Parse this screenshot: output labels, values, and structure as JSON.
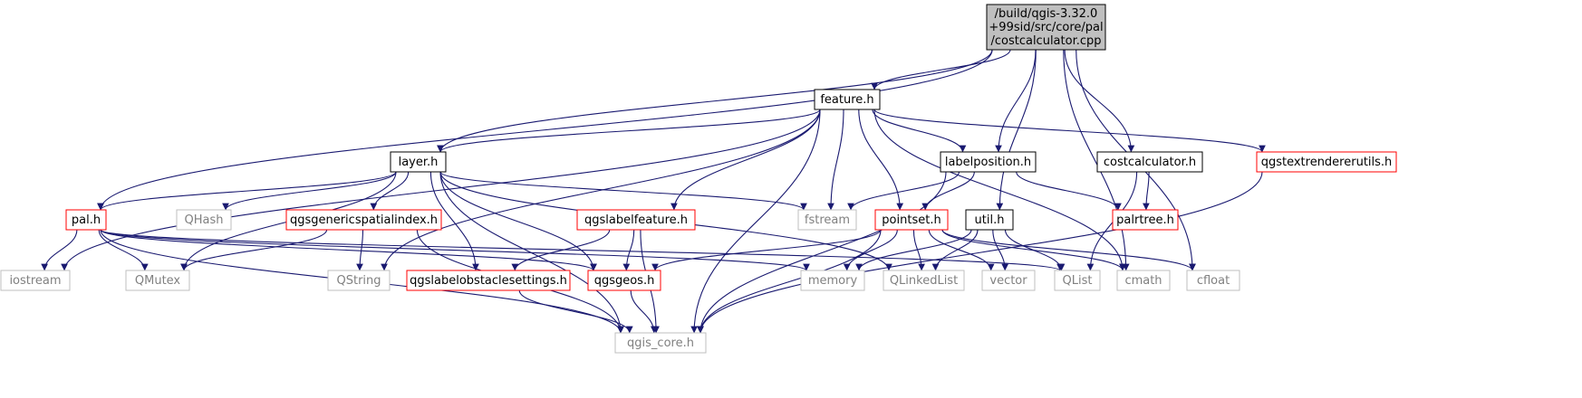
{
  "graph": {
    "colors": {
      "root_fill": "#bfbfbf",
      "box_fill": "#ffffff",
      "border_black": "#000000",
      "border_red": "#ff0000",
      "border_gray": "#bfbfbf",
      "text_black": "#000000",
      "text_gray": "#808080",
      "edge": "#191970"
    },
    "nodes": [
      {
        "id": "root",
        "lines": [
          "/build/qgis-3.32.0",
          "+99sid/src/core/pal",
          "/costcalculator.cpp"
        ],
        "style": "root"
      },
      {
        "id": "feature",
        "lines": [
          "feature.h"
        ],
        "style": "black"
      },
      {
        "id": "layer",
        "lines": [
          "layer.h"
        ],
        "style": "black"
      },
      {
        "id": "labelposition",
        "lines": [
          "labelposition.h"
        ],
        "style": "black"
      },
      {
        "id": "costcalculator",
        "lines": [
          "costcalculator.h"
        ],
        "style": "black"
      },
      {
        "id": "qgstextrendererutils",
        "lines": [
          "qgstextrendererutils.h"
        ],
        "style": "red"
      },
      {
        "id": "pal",
        "lines": [
          "pal.h"
        ],
        "style": "red"
      },
      {
        "id": "qhash",
        "lines": [
          "QHash"
        ],
        "style": "gray"
      },
      {
        "id": "qgsgenericspatialindex",
        "lines": [
          "qgsgenericspatialindex.h"
        ],
        "style": "red"
      },
      {
        "id": "qgslabelfeature",
        "lines": [
          "qgslabelfeature.h"
        ],
        "style": "red"
      },
      {
        "id": "fstream",
        "lines": [
          "fstream"
        ],
        "style": "gray"
      },
      {
        "id": "pointset",
        "lines": [
          "pointset.h"
        ],
        "style": "red"
      },
      {
        "id": "util",
        "lines": [
          "util.h"
        ],
        "style": "black"
      },
      {
        "id": "palrtree",
        "lines": [
          "palrtree.h"
        ],
        "style": "red"
      },
      {
        "id": "iostream",
        "lines": [
          "iostream"
        ],
        "style": "gray"
      },
      {
        "id": "qmutex",
        "lines": [
          "QMutex"
        ],
        "style": "gray"
      },
      {
        "id": "qstring",
        "lines": [
          "QString"
        ],
        "style": "gray"
      },
      {
        "id": "qgslabelobstaclesettings",
        "lines": [
          "qgslabelobstaclesettings.h"
        ],
        "style": "red"
      },
      {
        "id": "qgsgeos",
        "lines": [
          "qgsgeos.h"
        ],
        "style": "red"
      },
      {
        "id": "memory",
        "lines": [
          "memory"
        ],
        "style": "gray"
      },
      {
        "id": "qlinkedlist",
        "lines": [
          "QLinkedList"
        ],
        "style": "gray"
      },
      {
        "id": "vector",
        "lines": [
          "vector"
        ],
        "style": "gray"
      },
      {
        "id": "qlist",
        "lines": [
          "QList"
        ],
        "style": "gray"
      },
      {
        "id": "cmath",
        "lines": [
          "cmath"
        ],
        "style": "gray"
      },
      {
        "id": "cfloat",
        "lines": [
          "cfloat"
        ],
        "style": "gray"
      },
      {
        "id": "qgis_core",
        "lines": [
          "qgis_core.h"
        ],
        "style": "gray"
      }
    ],
    "edges": [
      [
        "root",
        "feature"
      ],
      [
        "root",
        "layer"
      ],
      [
        "root",
        "labelposition"
      ],
      [
        "root",
        "costcalculator"
      ],
      [
        "root",
        "util"
      ],
      [
        "root",
        "pal"
      ],
      [
        "root",
        "cmath"
      ],
      [
        "root",
        "cfloat"
      ],
      [
        "feature",
        "layer"
      ],
      [
        "feature",
        "labelposition"
      ],
      [
        "feature",
        "qgstextrendererutils"
      ],
      [
        "feature",
        "iostream"
      ],
      [
        "feature",
        "qstring"
      ],
      [
        "feature",
        "qgslabelfeature"
      ],
      [
        "feature",
        "fstream"
      ],
      [
        "feature",
        "pointset"
      ],
      [
        "feature",
        "qgis_core"
      ],
      [
        "feature",
        "cmath"
      ],
      [
        "layer",
        "pal"
      ],
      [
        "layer",
        "qhash"
      ],
      [
        "layer",
        "qgsgenericspatialindex"
      ],
      [
        "layer",
        "fstream"
      ],
      [
        "layer",
        "qlinkedlist"
      ],
      [
        "layer",
        "qgslabelobstaclesettings"
      ],
      [
        "layer",
        "qgsgeos"
      ],
      [
        "layer",
        "qgis_core"
      ],
      [
        "layer",
        "qmutex"
      ],
      [
        "labelposition",
        "fstream"
      ],
      [
        "labelposition",
        "pointset"
      ],
      [
        "labelposition",
        "palrtree"
      ],
      [
        "labelposition",
        "qgis_core"
      ],
      [
        "costcalculator",
        "palrtree"
      ],
      [
        "costcalculator",
        "qlist"
      ],
      [
        "qgstextrendererutils",
        "qgis_core"
      ],
      [
        "pal",
        "iostream"
      ],
      [
        "pal",
        "qmutex"
      ],
      [
        "pal",
        "qgis_core"
      ],
      [
        "pal",
        "qgsgeos"
      ],
      [
        "pal",
        "qlist"
      ],
      [
        "pal",
        "memory"
      ],
      [
        "qgsgenericspatialindex",
        "qmutex"
      ],
      [
        "qgsgenericspatialindex",
        "qstring"
      ],
      [
        "qgsgenericspatialindex",
        "qgis_core"
      ],
      [
        "qgslabelfeature",
        "qgslabelobstaclesettings"
      ],
      [
        "qgslabelfeature",
        "qgsgeos"
      ],
      [
        "qgslabelfeature",
        "qgis_core"
      ],
      [
        "pointset",
        "qgsgeos"
      ],
      [
        "pointset",
        "memory"
      ],
      [
        "pointset",
        "qlinkedlist"
      ],
      [
        "pointset",
        "vector"
      ],
      [
        "pointset",
        "cmath"
      ],
      [
        "pointset",
        "cfloat"
      ],
      [
        "pointset",
        "qgis_core"
      ],
      [
        "util",
        "memory"
      ],
      [
        "util",
        "qlinkedlist"
      ],
      [
        "util",
        "vector"
      ],
      [
        "util",
        "qlist"
      ],
      [
        "qgslabelobstaclesettings",
        "qgis_core"
      ],
      [
        "qgsgeos",
        "qgis_core"
      ]
    ]
  }
}
